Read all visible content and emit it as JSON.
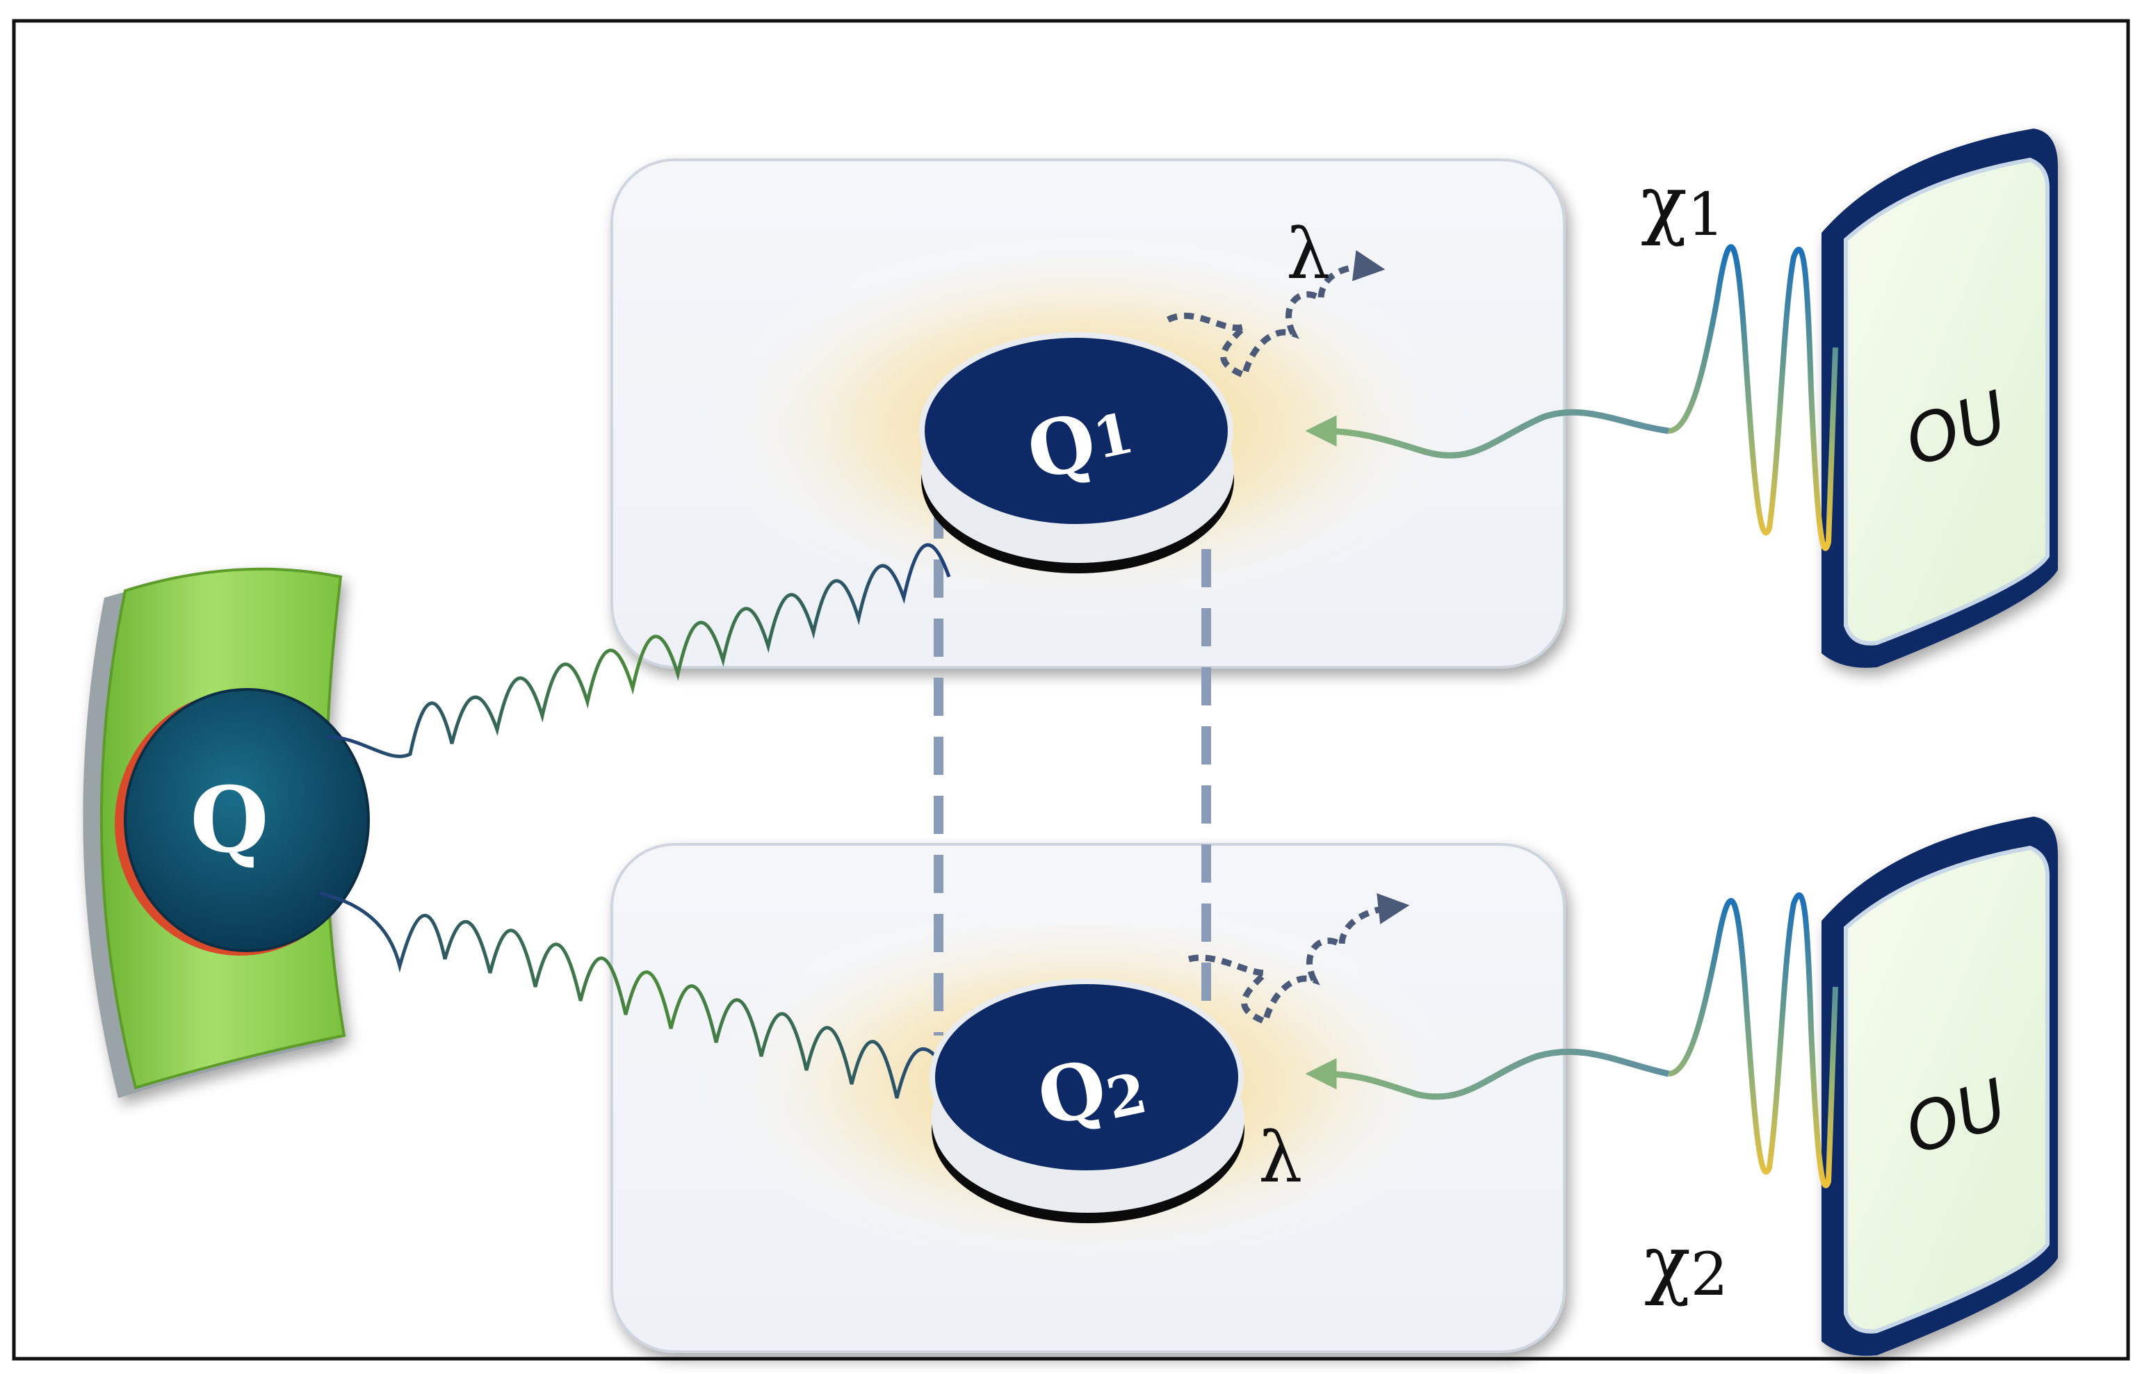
{
  "labels": {
    "source_qubit": "Q",
    "qubit_1": "Q",
    "qubit_1_sub": "1",
    "qubit_2": "Q",
    "qubit_2_sub": "2",
    "lambda_top": "λ",
    "lambda_bottom": "λ",
    "chi_1": "χ",
    "chi_1_sub": "1",
    "chi_2": "χ",
    "chi_2_sub": "2",
    "ou_top": "OU",
    "ou_bottom": "OU"
  },
  "colors": {
    "qubit_navy": "#0d2a66",
    "source_green": "#8dd14b",
    "source_core": "#0e4f6a",
    "glow_yellow": "#f7d98a",
    "wave_blue": "#1d3f7a",
    "wave_green": "#5f9a3a",
    "dashed_link": "#8a9bb8",
    "ou_panel": "#eef8e6"
  }
}
